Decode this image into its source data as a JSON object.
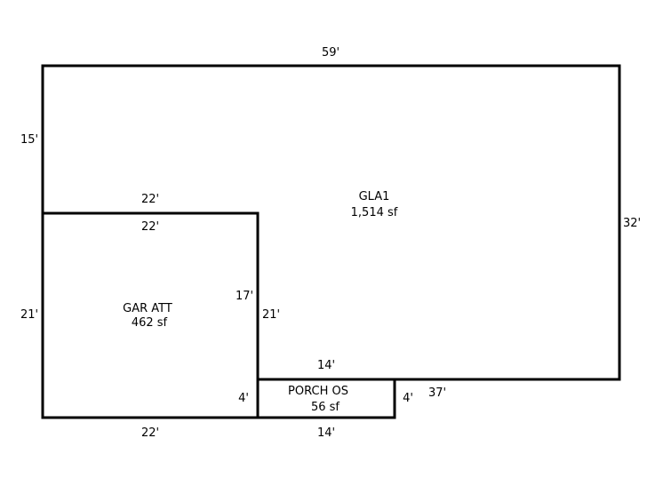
{
  "areas": [
    {
      "name": "GLA1",
      "area": "1,514 sf"
    },
    {
      "name": "GAR ATT",
      "area": "462 sf"
    },
    {
      "name": "PORCH OS",
      "area": "56 sf"
    }
  ],
  "dimensions": {
    "top": "59'",
    "left_upper": "15'",
    "right": "32'",
    "garage_top_outer": "22'",
    "garage_top_inner": "22'",
    "garage_right_inner": "17'",
    "garage_right_outer": "21'",
    "left_lower": "21'",
    "porch_top": "14'",
    "porch_left": "4'",
    "porch_right": "4'",
    "bottom_right": "37'",
    "garage_bottom": "22'",
    "porch_bottom": "14'"
  },
  "colors": {
    "line": "#000000",
    "background": "#ffffff"
  }
}
